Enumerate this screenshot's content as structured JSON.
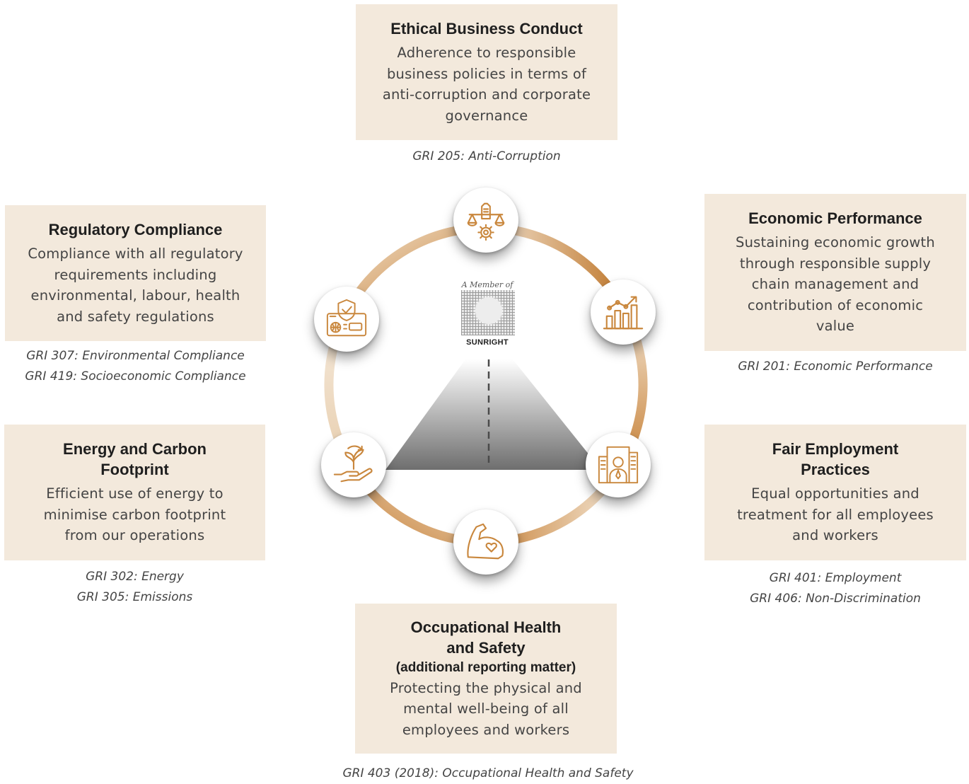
{
  "topics": {
    "ethical": {
      "title": "Ethical Business Conduct",
      "description": "Adherence to responsible\nbusiness policies in terms of\nanti-corruption and corporate\ngovernance",
      "gri": "GRI 205: Anti-Corruption"
    },
    "regulatory": {
      "title": "Regulatory Compliance",
      "description": "Compliance with all regulatory\nrequirements including\nenvironmental, labour, health\nand safety regulations",
      "gri": "GRI 307: Environmental Compliance\nGRI 419: Socioeconomic Compliance"
    },
    "economic": {
      "title": "Economic Performance",
      "description": "Sustaining economic growth\nthrough responsible supply\nchain management and\ncontribution of economic\nvalue",
      "gri": "GRI 201: Economic Performance"
    },
    "energy": {
      "title": "Energy and Carbon\nFootprint",
      "description": "Efficient use of energy to\nminimise carbon footprint\nfrom our operations",
      "gri": "GRI 302: Energy\nGRI 305: Emissions"
    },
    "employment": {
      "title": "Fair Employment\nPractices",
      "description": "Equal opportunities and\ntreatment for all employees\nand workers",
      "gri": "GRI 401: Employment\nGRI 406: Non-Discrimination"
    },
    "health": {
      "title": "Occupational Health\nand Safety",
      "subtitle": "(additional reporting matter)",
      "description": "Protecting the physical and\nmental well-being of all\nemployees and workers",
      "gri": "GRI 403 (2018): Occupational Health and Safety"
    }
  },
  "logo": {
    "member_text": "A Member of",
    "brand": "SUNRIGHT"
  },
  "colors": {
    "accent": "#c9843a",
    "box_background": "#f3e9dc",
    "icon_stroke": "#c9873d"
  },
  "icons": {
    "ethical": "justice-scales-gear-icon",
    "regulatory": "shield-certificate-icon",
    "economic": "bar-chart-growth-icon",
    "employment": "employee-buildings-icon",
    "health": "strong-arm-heart-icon",
    "energy": "hand-plant-icon"
  }
}
